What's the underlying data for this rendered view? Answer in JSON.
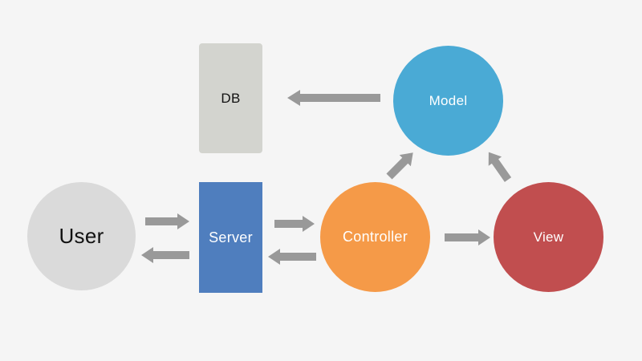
{
  "diagram": {
    "nodes": {
      "db": {
        "label": "DB"
      },
      "server": {
        "label": "Server"
      },
      "user": {
        "label": "User"
      },
      "controller": {
        "label": "Controller"
      },
      "model": {
        "label": "Model"
      },
      "view": {
        "label": "View"
      }
    },
    "edges": [
      {
        "from": "User",
        "to": "Server"
      },
      {
        "from": "Server",
        "to": "User"
      },
      {
        "from": "Server",
        "to": "Controller"
      },
      {
        "from": "Controller",
        "to": "Server"
      },
      {
        "from": "Controller",
        "to": "View"
      },
      {
        "from": "Controller",
        "to": "Model"
      },
      {
        "from": "View",
        "to": "Model"
      },
      {
        "from": "Model",
        "to": "DB"
      }
    ],
    "colors": {
      "background": "#f5f5f5",
      "db": "#d3d4cf",
      "server": "#4f7ebe",
      "user": "#dadada",
      "controller": "#f59a48",
      "model": "#4aaad5",
      "view": "#c14e4f",
      "arrow": "#999999"
    }
  }
}
